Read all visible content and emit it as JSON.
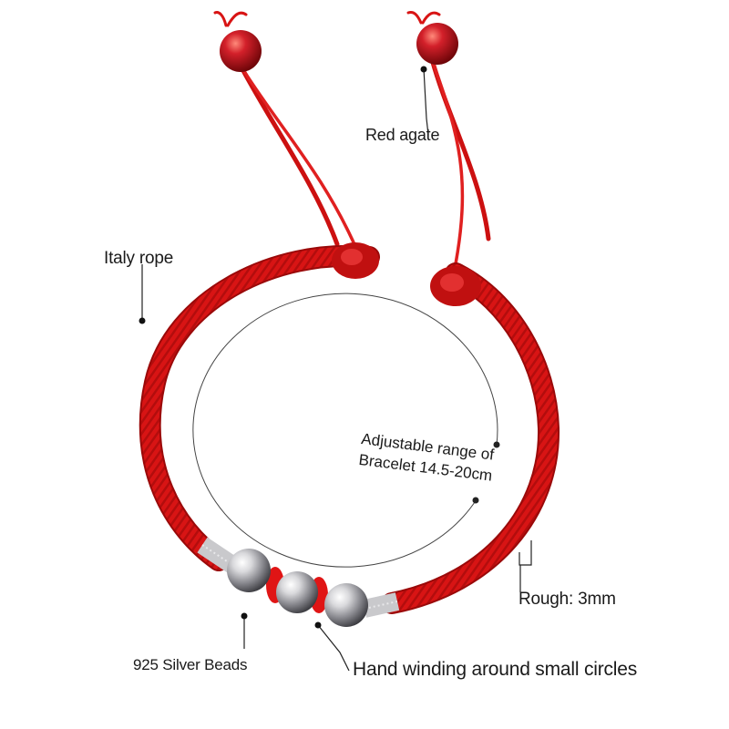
{
  "labels": {
    "red_agate": "Red agate",
    "italy_rope": "Italy rope",
    "adjustable_line1": "Adjustable range of",
    "adjustable_line2": "Bracelet 14.5-20cm",
    "rough": "Rough: 3mm",
    "silver_beads": "925 Silver Beads",
    "hand_winding": "Hand winding around small circles"
  },
  "colors": {
    "rope": "#d81414",
    "rope_dark": "#a30a0a",
    "agate": "#b5121b",
    "silver": "#c9c9cc",
    "background": "#ffffff"
  }
}
